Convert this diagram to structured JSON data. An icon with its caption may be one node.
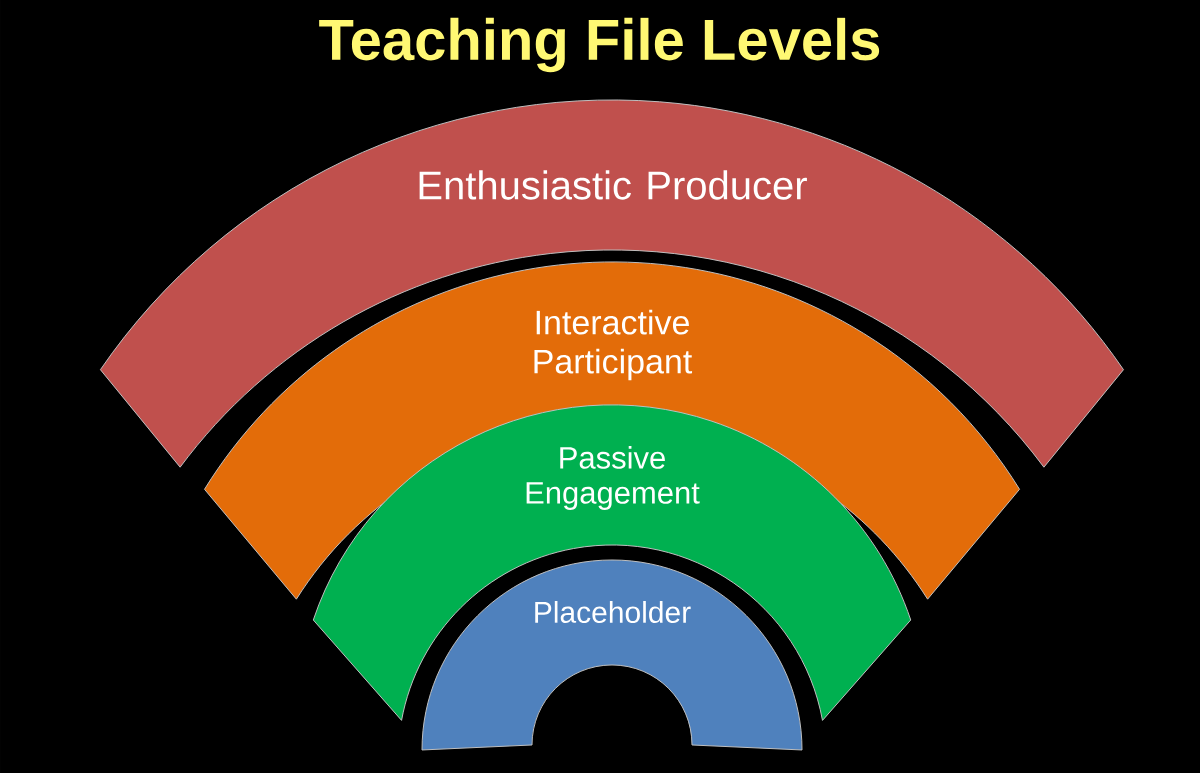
{
  "diagram": {
    "title": "Teaching File Levels",
    "nodes": [
      {
        "text": [
          "Enthusiastic Producer"
        ]
      },
      {
        "text": [
          "Interactive Participant"
        ]
      },
      {
        "text": [
          "Passive Engagement"
        ]
      },
      {
        "text": [
          "Placeholder"
        ]
      }
    ]
  }
}
